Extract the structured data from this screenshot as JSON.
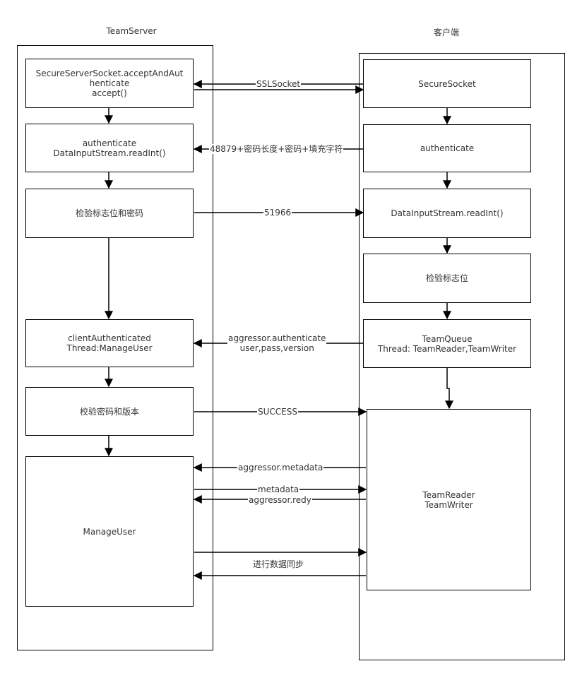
{
  "lanes": {
    "server_title": "TeamServer",
    "client_title": "客户端"
  },
  "server": {
    "accept": "SecureServerSocket.acceptAndAut\nhenticate\naccept()",
    "authenticate": "authenticate\nDataInputStream.readInt()",
    "verify": "检验标志位和密码",
    "client_auth": "clientAuthenticated\nThread:ManageUser",
    "check_version": "校验密码和版本",
    "manage_user": "ManageUser"
  },
  "client": {
    "secure_socket": "SecureSocket",
    "authenticate": "authenticate",
    "read_int": "DataInputStream.readInt()",
    "verify_flag": "检验标志位",
    "team_queue": "TeamQueue\nThread: TeamReader,TeamWriter",
    "reader_writer": "TeamReader\nTeamWriter"
  },
  "messages": {
    "ssl": "SSLSocket",
    "auth_payload": "48879+密码长度+密码+填充字符",
    "magic": "51966",
    "aggressor_auth": "aggressor.authenticate\nuser,pass,version",
    "success": "SUCCESS",
    "agg_metadata": "aggressor.metadata",
    "metadata": "metadata",
    "agg_ready": "aggressor.redy",
    "sync": "进行数据同步"
  }
}
